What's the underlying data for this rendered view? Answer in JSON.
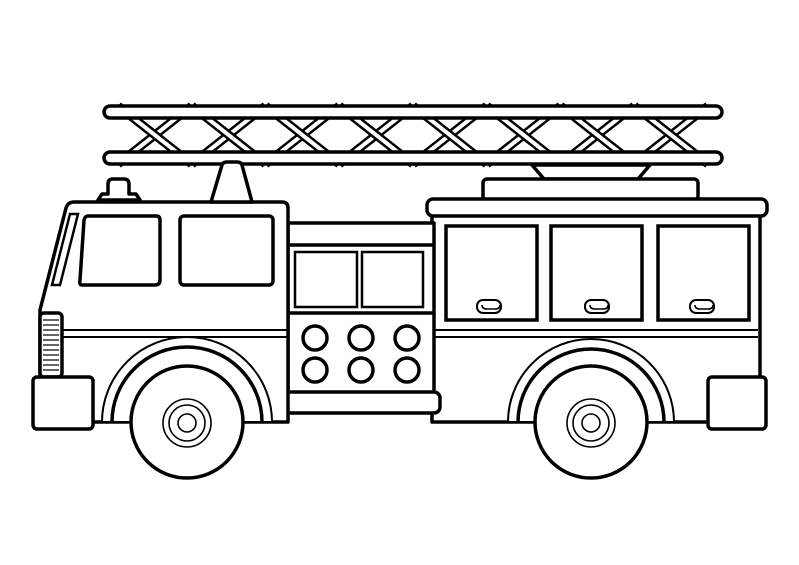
{
  "illustration": {
    "colors": {
      "line": "#000000",
      "fill": "#ffffff",
      "background": "#ffffff"
    },
    "ladder_crossings": 8,
    "compartment_doors": 3,
    "panel_dials": 6
  }
}
